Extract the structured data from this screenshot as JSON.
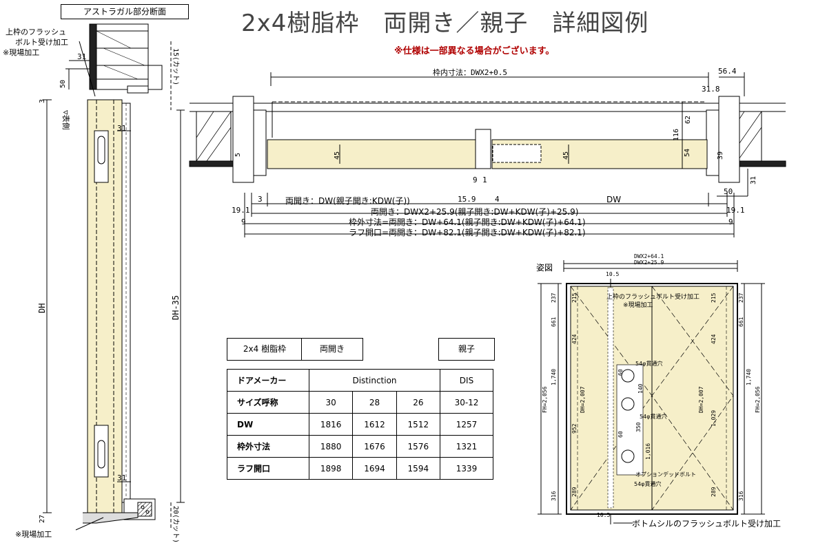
{
  "title": "2x4樹脂枠　両開き／親子　詳細図例",
  "subtitle": "※仕様は一部異なる場合がございます。",
  "section_label": "アストラガル部分断面",
  "side_view": {
    "note_top": [
      "上枠のフラッシュ",
      "ボルト受け加工",
      "※現場加工"
    ],
    "note_bottom": "※現場加工",
    "dims": {
      "top_31": "31",
      "top_50": "50",
      "top_3": "3",
      "cut_top": "15(カット)",
      "front": "▽表側",
      "mid_31": "31",
      "low_31": "31",
      "dh": "DH",
      "dh35": "DH-35",
      "bottom_27": "27",
      "cut_bottom": "20(カット)"
    }
  },
  "plan_view": {
    "frame_inner": "枠内寸法：DWX2+0.5",
    "d56": "56.4",
    "d31_8": "31.8",
    "d62": "62",
    "d116": "116",
    "d54": "54",
    "d39": "39",
    "d45a": "45",
    "d45b": "45",
    "d5": "5",
    "d9": "9",
    "d1": "1",
    "d4": "4",
    "d3": "3",
    "d159": "15.9",
    "d50": "50",
    "d31": "31",
    "dw_label": "両開き：DW(親子開き:KDW(子))",
    "dw": "DW",
    "left_191": "19.1",
    "right_191": "19.1",
    "left_9": "9",
    "right_9": "9",
    "row1": "両開き：DWX2+25.9(親子開き:DW+KDW(子)+25.9)",
    "row2": "枠外寸法=両開き：DW+64.1(親子開き:DW+KDW(子)+64.1)",
    "row3": "ラフ開口=両開き：DW+82.1(親子開き:DW+KDW(子)+82.1)"
  },
  "spec_table": {
    "header_boxes": [
      "2x4 樹脂枠",
      "両開き",
      "親子"
    ],
    "columns": [
      "ドアメーカー",
      "Distinction",
      "DIS"
    ],
    "rows": [
      {
        "label": "サイズ呼称",
        "values": [
          "30",
          "28",
          "26",
          "30-12"
        ]
      },
      {
        "label": "DW",
        "values": [
          "1816",
          "1612",
          "1512",
          "1257"
        ]
      },
      {
        "label": "枠外寸法",
        "values": [
          "1880",
          "1676",
          "1576",
          "1321"
        ]
      },
      {
        "label": "ラフ開口",
        "values": [
          "1898",
          "1694",
          "1594",
          "1339"
        ]
      }
    ]
  },
  "elevation": {
    "label": "姿図",
    "top1": "DWX2+64.1",
    "top2": "DWX2+25.9",
    "top_gap": "10.5",
    "bottom_gap": "10.5",
    "flush_top": "上枠のフラッシュボルト受け加工",
    "flush_top_note": "※現場加工",
    "flush_bottom": "ボトムシルのフラッシュボルト受け加工",
    "hole1": "54φ貫通穴",
    "hole2": "54φ貫通穴",
    "hole3": "54φ貫通穴",
    "deadbolt": "オプションデッドボルト",
    "dims": {
      "l237": "237",
      "l661": "661",
      "l1740": "1,740",
      "lfh": "FH=2,056",
      "l316": "316",
      "r237": "237",
      "r661": "661",
      "r1740": "1,740",
      "rfh": "FH=2,056",
      "r316": "316",
      "i215a": "215",
      "i424a": "424",
      "i289a": "289",
      "idh": "DH=2,007",
      "i952": "952",
      "i215b": "215",
      "i424b": "424",
      "i289b": "289",
      "idh2": "DH=2,007",
      "i1029": "1,029",
      "c60a": "60",
      "c140": "140",
      "c60b": "60",
      "c350": "350",
      "c1016": "1,016"
    }
  }
}
